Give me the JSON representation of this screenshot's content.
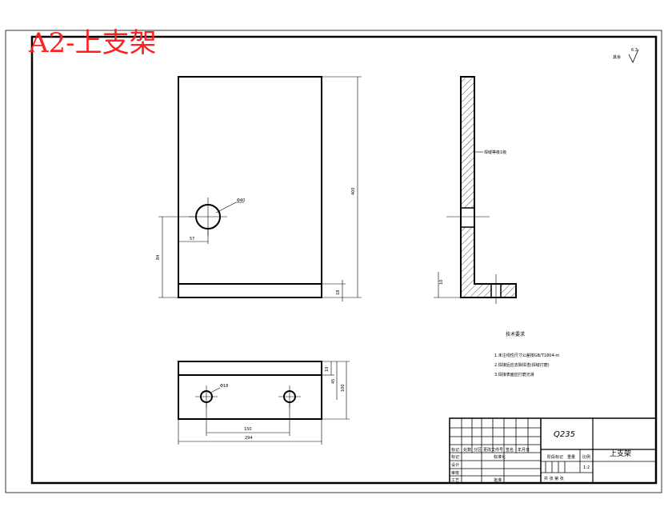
{
  "title_label": "A2-上支架",
  "surface_roughness": {
    "prefix": "其余",
    "value": "6.3"
  },
  "dimensions": {
    "hole_front": "Φ40",
    "hole_offset_x": "57",
    "hole_height": "84",
    "total_height": "400",
    "base_thickness": "18",
    "weld_note": "焊缝等级1级",
    "side_base_height": "10",
    "top_hole": "Φ18",
    "top_slot_depth": "10",
    "top_depth_a": "45",
    "top_depth_b": "100",
    "hole_spacing": "150",
    "total_width": "294"
  },
  "technical_requirements": {
    "heading": "技术要求",
    "items": [
      "1.未注线性尺寸公差按GB/T1804-m",
      "2.焊接后应去除焊渣(焊缝打磨)",
      "3.焊接表面应打磨光滑"
    ]
  },
  "title_block": {
    "material": "Q235",
    "part_name": "上支架",
    "scale_label": "比例",
    "scale_value": "1:2",
    "weight_label": "重量",
    "stage_label": "阶段标记",
    "sheet_text": "共  张  第  张",
    "row_labels": [
      "标记",
      "设计",
      "审核",
      "工艺"
    ],
    "header_labels": [
      "标记",
      "处数",
      "分区",
      "更改文件号",
      "签名",
      "年月日"
    ],
    "std_label": "标准化",
    "approve_label": "批准"
  }
}
